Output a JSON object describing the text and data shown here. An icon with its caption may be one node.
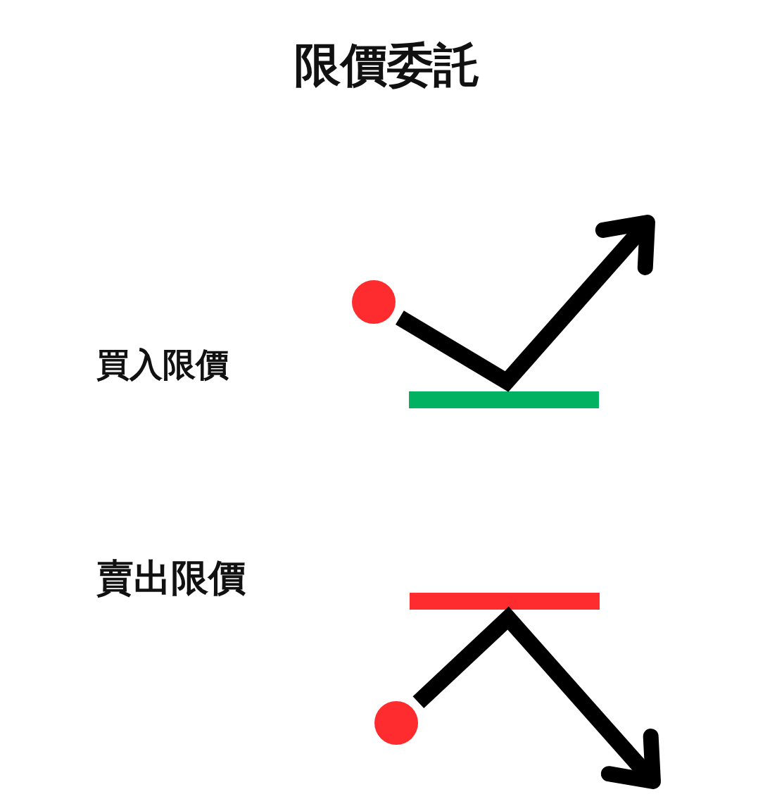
{
  "diagram": {
    "title": "限價委託",
    "nodes": [
      {
        "text": [],
        "shape": "circle"
      },
      {
        "text": [],
        "shape": "bar"
      },
      {
        "text": [],
        "shape": "bar"
      },
      {
        "text": [],
        "shape": "circle"
      }
    ],
    "edges": [
      {
        "from": 0,
        "to": null,
        "arrow": "to"
      },
      {
        "from": 3,
        "to": null,
        "arrow": "to"
      }
    ],
    "labels": [
      "買入限價",
      "賣出限價"
    ]
  }
}
